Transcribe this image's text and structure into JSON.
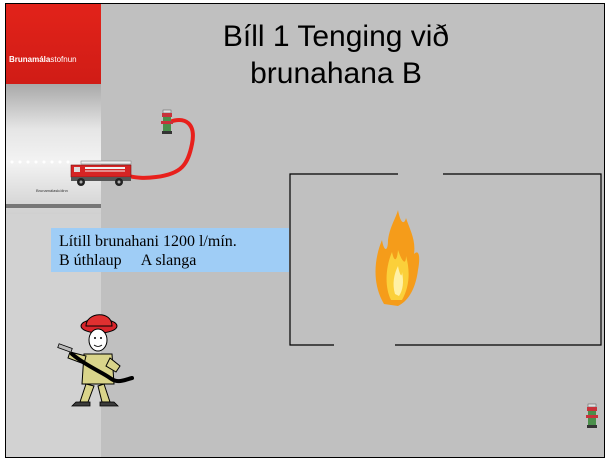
{
  "brand": {
    "name_bold": "Brunamála",
    "name_regular": "stofnun"
  },
  "photo_sign": "Brunamálaskólinn",
  "title": {
    "line1": "Bíll 1 Tenging við",
    "line2": "brunahana B"
  },
  "info": {
    "line1": "Lítill brunahani 1200 l/mín.",
    "line2": "B úthlaup     A slanga"
  },
  "colors": {
    "slide_bg": "#c0c0c0",
    "brand_red": "#e2231a",
    "hose_red": "#e8201c",
    "infobox_bg": "#9fcdf6",
    "fire_orange": "#f7a11a"
  },
  "icons": {
    "hydrant_top": "fire-hydrant-icon",
    "truck": "fire-truck-icon",
    "fire": "flames-icon",
    "firefighter": "firefighter-icon",
    "hydrant_bottom": "fire-hydrant-icon"
  }
}
